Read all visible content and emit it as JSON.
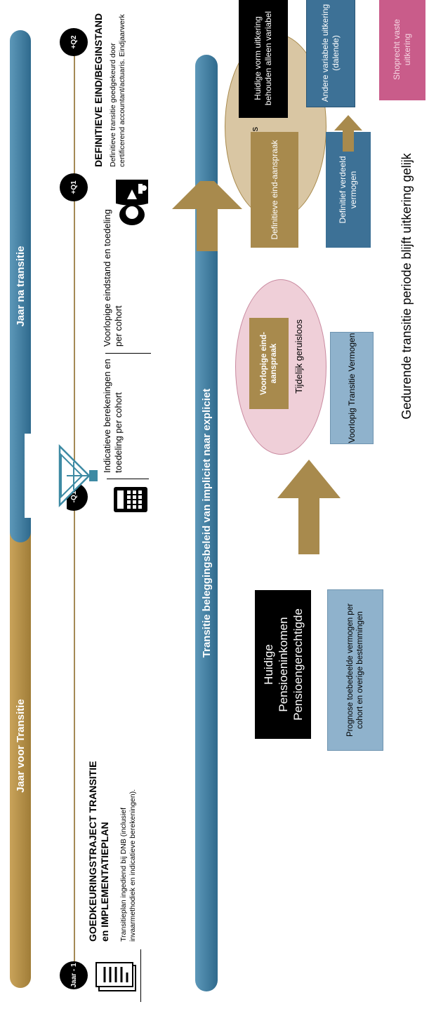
{
  "colors": {
    "brown": "#a88a4d",
    "blue": "#3c7aa0",
    "black": "#000000",
    "steel_blue": "#3d7196",
    "pink": "#c95c8a",
    "oval_pink": "#efcfd8",
    "oval_tan": "#d9c6a3",
    "light_blue": "#8fb2cc"
  },
  "timeline": {
    "jaar_voor_label": "Jaar voor Transitie",
    "jaar_na_label": "Jaar na transitie",
    "markers": [
      "Jaar - 1",
      "-Q1",
      "+Q1",
      "+Q2"
    ]
  },
  "milestones": {
    "goedkeuring_title": "GOEDKEURINGSTRAJECT TRANSITIE en IMPLEMENTATIEPLAN",
    "goedkeuring_text": "Transitieplan ingediend bij DNB (inclusief invaarmethodiek en indicatieve berekeningen).",
    "indicatieve_text": "Indicatieve berekeningen en toedeling per cohort",
    "voorlopige_text": "Voorlopige eindstand en toedeling per cohort",
    "definitieve_title": "DEFINITIEVE EIND/BEGINSTAND",
    "definitieve_text": "Definitieve transitie goedgekeurd door certificerend accountant/actuaris. Eindjaarwerk"
  },
  "transition_bar": {
    "label": "Transitie beleggingsbeleid van impliciet naar expliciet"
  },
  "left_boxes": {
    "huidige_line1": "Huidige",
    "huidige_line2": "Pensioeninkomen",
    "huidige_line3": "Pensioengerechtigde",
    "prognose_text": "Prognose toebedeelde vermogen per cohort en overige bestemmingen"
  },
  "middle": {
    "voorlopige_aanspraak": "Voorlopige eind-aanspraak",
    "tijdelijk": "Tijdelijk geruisloos",
    "voorlopig_vermogen": "Voorlopig Transitie Vermogen"
  },
  "right": {
    "definitieve_aanspraak": "Definitieve eind-aanspraak",
    "geruisloos": "Geruisloos",
    "definitief_vermogen": "Definitief verdeeld vermogen",
    "option_1": "Huidige vorm uitkering behouden alleen variabel",
    "option_2": "Andere variabele uitkering (dalende)",
    "option_3": "Shoprecht vaste uitkering"
  },
  "footer": {
    "caption": "Gedurende transitie periode blijft uitkering gelijk"
  },
  "icons": [
    "document-icon",
    "calculator-icon",
    "balance-scale-icon",
    "accountant-icon"
  ]
}
